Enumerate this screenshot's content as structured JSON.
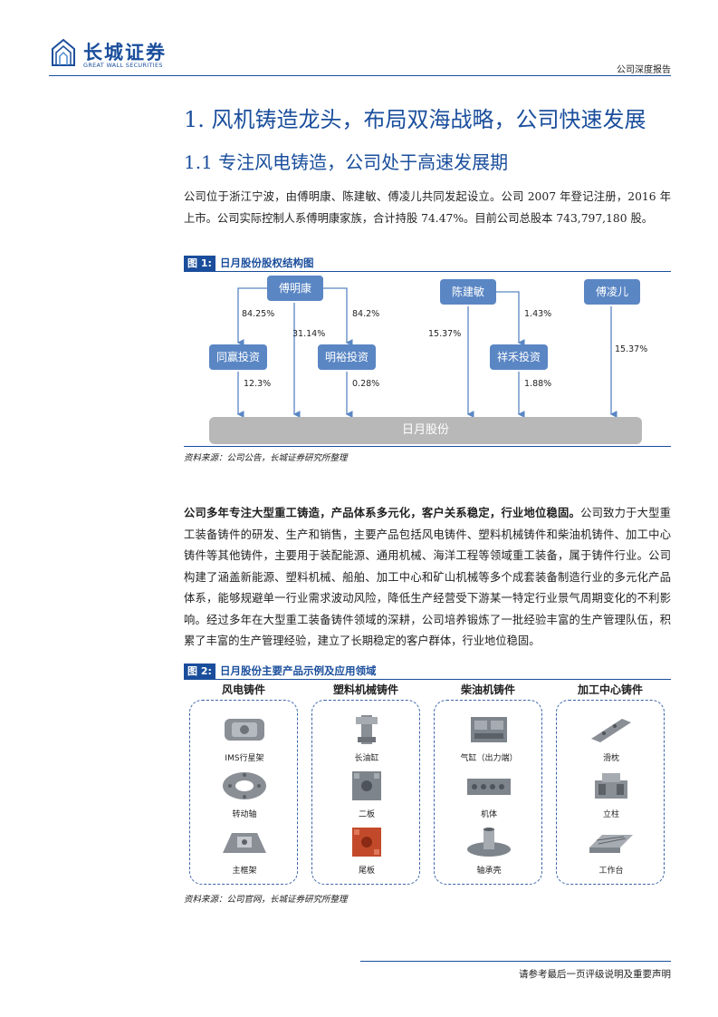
{
  "header": {
    "brand_cn": "长城证券",
    "brand_en": "GREAT WALL SECURITIES",
    "report_type": "公司深度报告"
  },
  "section1": {
    "title": "1. 风机铸造龙头，布局双海战略，公司快速发展"
  },
  "section1_1": {
    "title": "1.1  专注风电铸造，公司处于高速发展期"
  },
  "intro_paragraph": "公司位于浙江宁波，由傅明康、陈建敏、傅凌儿共同发起设立。公司 2007 年登记注册，2016 年上市。公司实际控制人系傅明康家族，合计持股 74.47%。目前公司总股本 743,797,180 股。",
  "figure1": {
    "tag": "图 1:",
    "title": "日月股份股权结构图",
    "source": "资料来源：公司公告，长城证券研究所整理",
    "nodes": {
      "fu_mingkang": "傅明康",
      "chen_jianmin": "陈建敏",
      "fu_linger": "傅凌儿",
      "tongying": "同赢投资",
      "mingyu": "明裕投资",
      "xianghe": "祥禾投资",
      "company": "日月股份"
    },
    "percentages": {
      "fu_to_tongying": "84.25%",
      "fu_to_company": "31.14%",
      "fu_to_mingyu": "84.2%",
      "chen_to_company": "15.37%",
      "chen_to_xianghe": "1.43%",
      "fuling_to_company": "15.37%",
      "tongying_to_company": "12.3%",
      "mingyu_to_company": "0.28%",
      "xianghe_to_company": "1.88%"
    }
  },
  "business_paragraph": {
    "lead": "公司多年专注大型重工铸造，产品体系多元化，客户关系稳定，行业地位稳固。",
    "body": "公司致力于大型重工装备铸件的研发、生产和销售，主要产品包括风电铸件、塑料机械铸件和柴油机铸件、加工中心铸件等其他铸件，主要用于装配能源、通用机械、海洋工程等领域重工装备，属于铸件行业。公司构建了涵盖新能源、塑料机械、船舶、加工中心和矿山机械等多个成套装备制造行业的多元化产品体系，能够规避单一行业需求波动风险，降低生产经营受下游某一特定行业景气周期变化的不利影响。经过多年在大型重工装备铸件领域的深耕，公司培养锻炼了一批经验丰富的生产管理队伍，积累了丰富的生产管理经验，建立了长期稳定的客户群体，行业地位稳固。"
  },
  "figure2": {
    "tag": "图 2:",
    "title": "日月股份主要产品示例及应用领域",
    "source": "资料来源：公司官网，长城证券研究所整理",
    "columns": [
      {
        "title": "风电铸件",
        "items": [
          "IMS行星架",
          "转动轴",
          "主框架"
        ]
      },
      {
        "title": "塑料机械铸件",
        "items": [
          "长油缸",
          "二板",
          "尾板"
        ]
      },
      {
        "title": "柴油机铸件",
        "items": [
          "气缸（出力端）",
          "机体",
          "轴承壳"
        ]
      },
      {
        "title": "加工中心铸件",
        "items": [
          "滑枕",
          "立柱",
          "工作台"
        ]
      }
    ]
  },
  "footer": {
    "disclaimer": "请参考最后一页评级说明及重要声明"
  },
  "colors": {
    "brand_blue": "#1a4e9c",
    "node_blue": "#5a86c4",
    "base_gray": "#b8b8b8"
  }
}
